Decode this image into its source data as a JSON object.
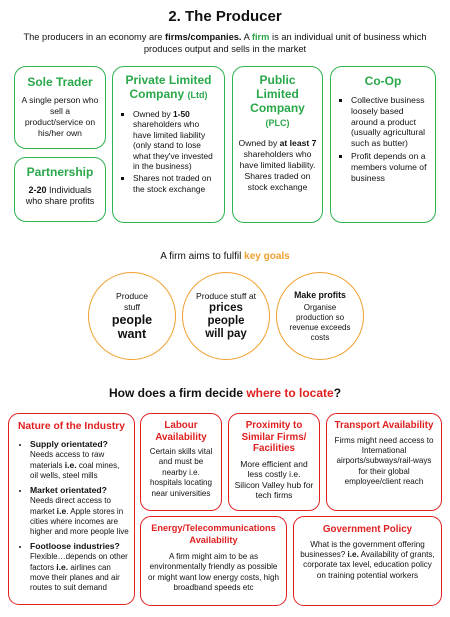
{
  "page": {
    "title": "2. The Producer",
    "intro": {
      "part1": "The producers in an economy are ",
      "bold1": "firms/companies.",
      "part2": " A ",
      "firm_word": "firm",
      "part3": " is an individual unit of business which produces output and sells in the market"
    }
  },
  "business_types": {
    "sole_trader": {
      "heading": "Sole Trader",
      "text": "A single person who sell a product/service on his/her own"
    },
    "partnership": {
      "heading": "Partnership",
      "range": "2-20",
      "text": " Individuals who share profits"
    },
    "private_ltd": {
      "heading": "Private Limited Company",
      "abbr": "(Ltd)",
      "bullet1_pre": "Owned by ",
      "bullet1_bold": "1-50",
      "bullet1_post": " shareholders who have limited liability (only stand to lose what they've invested in the business)",
      "bullet2": "Shares not traded on the stock exchange"
    },
    "plc": {
      "heading": "Public Limited Company",
      "abbr": "(PLC)",
      "pre": "Owned by ",
      "bold": "at least 7",
      "post": " shareholders who have limited liability. Shares traded on stock exchange"
    },
    "coop": {
      "heading": "Co-Op",
      "bullet1": "Collective business loosely based around a product (usually agricultural such as butter)",
      "bullet2": "Profit depends on a members volume of business"
    }
  },
  "goals": {
    "label_pre": "A firm aims to fulfil ",
    "label_key": "key goals",
    "circle1": {
      "small": "Produce stuff",
      "big": "people want"
    },
    "circle2": {
      "small": "Produce stuff at ",
      "prices": "prices",
      "big": "people will pay"
    },
    "circle3": {
      "heading": "Make profits",
      "small": "Organise production so revenue exceeds costs"
    }
  },
  "locate": {
    "question_pre": "How does a firm decide ",
    "question_key": "where to locate",
    "question_post": "?",
    "industry": {
      "heading": "Nature of the Industry",
      "items": [
        {
          "bold": "Supply orientated?",
          "pre": "Needs access to raw materials ",
          "ie": "i.e.",
          "post": " coal mines, oil wells, steel mills"
        },
        {
          "bold": "Market orientated?",
          "pre": "Needs direct access to market ",
          "ie": "i.e",
          "post": ". Apple stores in cities where incomes are higher and more people live"
        },
        {
          "bold": "Footloose industries?",
          "pre": "Flexible…depends on other factors ",
          "ie": "i.e.",
          "post": " airlines can move their planes and air routes to suit demand"
        }
      ]
    },
    "labour": {
      "heading": "Labour Availability",
      "text": "Certain skills vital and must be nearby i.e. hospitals locating near universities"
    },
    "proximity": {
      "heading": "Proximity to Similar Firms/ Facilities",
      "text": "More efficient and less costly i.e. Silicon Valley hub for tech firms"
    },
    "transport": {
      "heading": "Transport Availability",
      "text": "Firms might need access to International airports/subways/rail-ways for their global employee/client reach"
    },
    "energy": {
      "heading": "Energy/Telecommunications Availability",
      "text": "A firm might aim to be as environmentally friendly as possible or might want low energy costs, high broadband speeds etc"
    },
    "government": {
      "heading": "Government Policy",
      "pre": "What is the government offering businesses? ",
      "ie": "i.e.",
      "post": " Availability of grants, corporate tax level, education policy on training potential workers"
    }
  },
  "colors": {
    "green": "#2eb34f",
    "orange": "#f0a030",
    "red": "#e02020"
  }
}
